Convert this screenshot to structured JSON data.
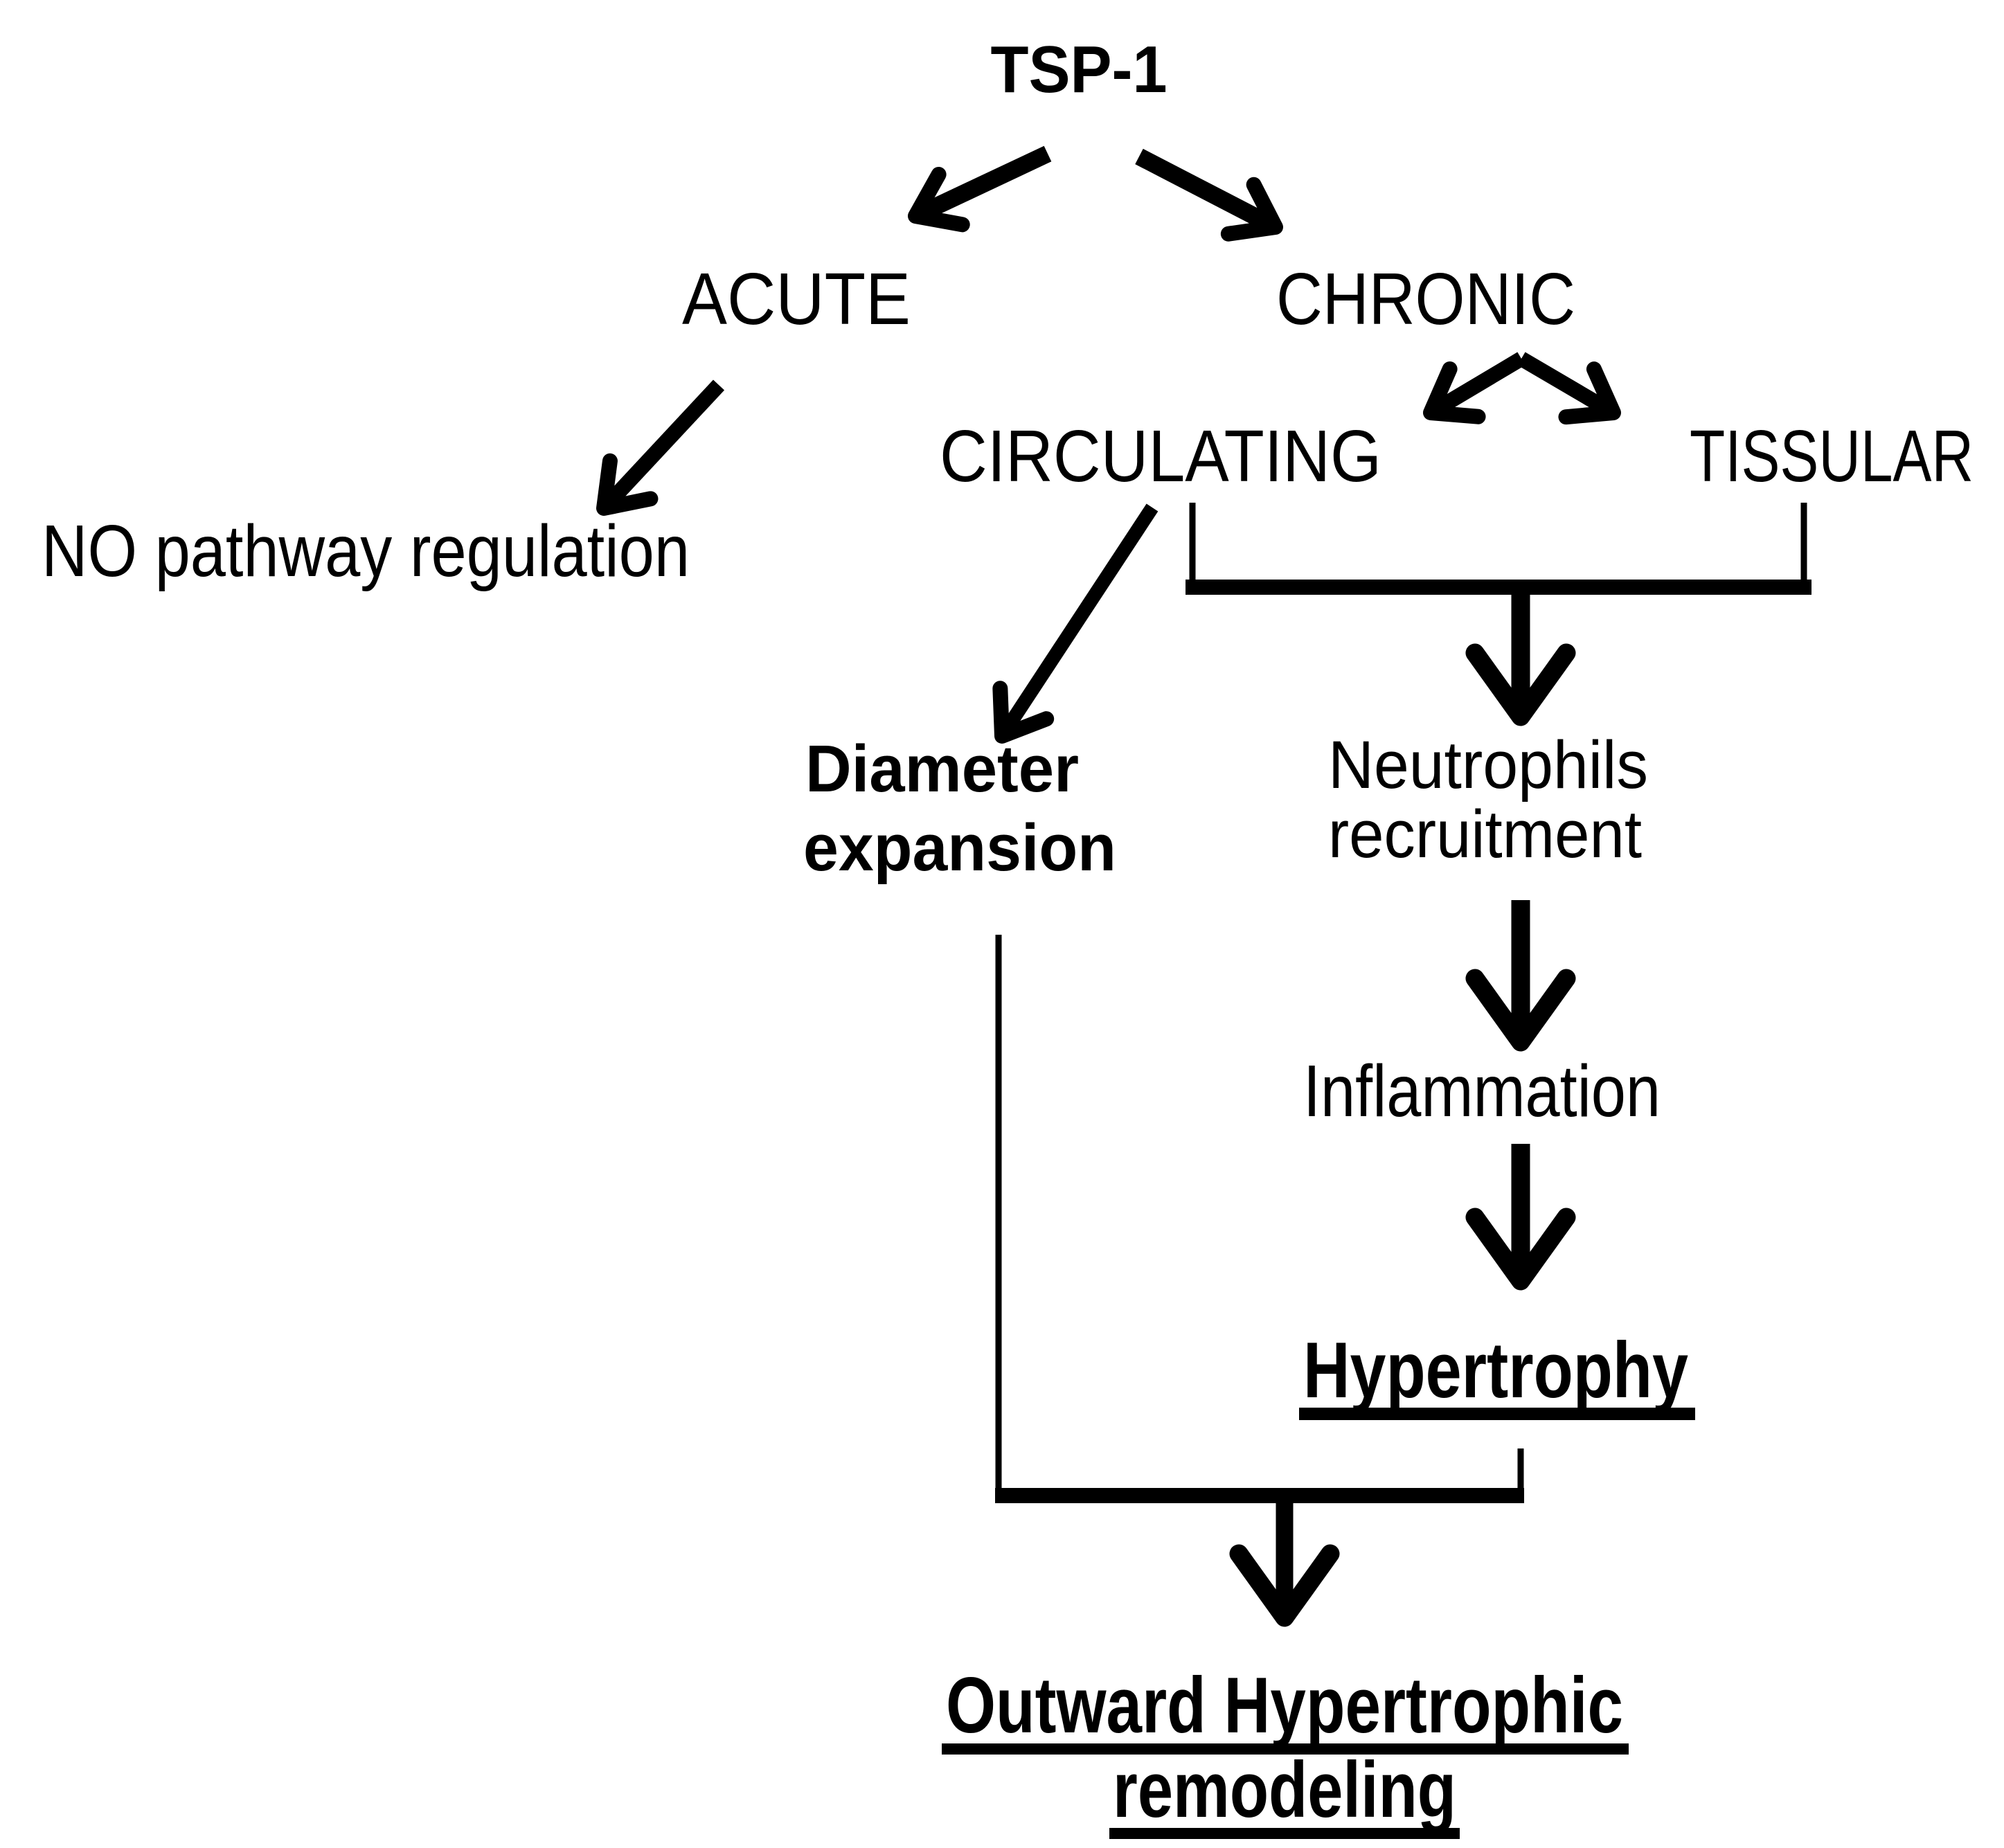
{
  "diagram": {
    "type": "flowchart",
    "title": "TSP-1",
    "colors": {
      "ink": "#000000",
      "background": "#ffffff"
    },
    "nodes": {
      "tsp1": {
        "label": "TSP-1",
        "style": "bold"
      },
      "acute": {
        "label": "ACUTE",
        "style": "regular"
      },
      "chronic": {
        "label": "CHRONIC",
        "style": "regular"
      },
      "no_pathway": {
        "label": "NO pathway regulation",
        "style": "regular"
      },
      "circulating": {
        "label": "CIRCULATING",
        "style": "regular"
      },
      "tissular": {
        "label": "TISSULAR",
        "style": "regular"
      },
      "diameter": {
        "line1": "Diameter",
        "line2": "expansion",
        "style": "bold"
      },
      "neutrophils": {
        "line1": "Neutrophils",
        "line2": "recruitment",
        "style": "regular"
      },
      "inflammation": {
        "label": "Inflammation",
        "style": "regular"
      },
      "hypertrophy": {
        "label": "Hypertrophy",
        "style": "bold-underline"
      },
      "outward": {
        "line1": "Outward Hypertrophic",
        "line2": "remodeling",
        "style": "bold-underline"
      }
    },
    "edges": [
      {
        "from": "TSP-1",
        "to": "ACUTE"
      },
      {
        "from": "TSP-1",
        "to": "CHRONIC"
      },
      {
        "from": "ACUTE",
        "to": "NO pathway regulation"
      },
      {
        "from": "CHRONIC",
        "to": "CIRCULATING"
      },
      {
        "from": "CHRONIC",
        "to": "TISSULAR"
      },
      {
        "from": "CIRCULATING",
        "to": "Diameter expansion"
      },
      {
        "from": "CIRCULATING + TISSULAR",
        "to": "Neutrophils recruitment"
      },
      {
        "from": "Neutrophils recruitment",
        "to": "Inflammation"
      },
      {
        "from": "Inflammation",
        "to": "Hypertrophy"
      },
      {
        "from": "Diameter expansion + Hypertrophy",
        "to": "Outward Hypertrophic remodeling"
      }
    ]
  }
}
